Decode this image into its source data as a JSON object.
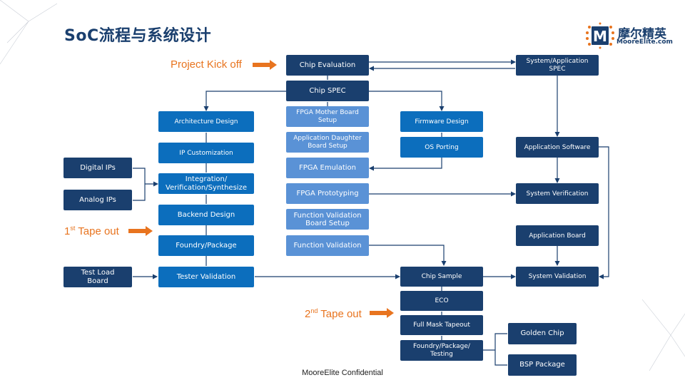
{
  "title": "SoC流程与系统设计",
  "logo": {
    "brand": "摩尔精英",
    "url": "MooreElite.com",
    "mark_letter": "M"
  },
  "footer": "MooreElite Confidential",
  "milestones": {
    "kickoff": "Project Kick off",
    "tapeout1": {
      "num": "1",
      "sup": "st",
      "rest": " Tape out"
    },
    "tapeout2": {
      "num": "2",
      "sup": "nd",
      "rest": " Tape out"
    }
  },
  "nodes": {
    "chip_eval": "Chip Evaluation",
    "sys_spec": "System/Application\nSPEC",
    "chip_spec": "Chip SPEC",
    "arch_design": "Architecture Design",
    "ip_custom": "IP Customization",
    "integration": "Integration/\nVerification/Synthesize",
    "backend": "Backend Design",
    "foundry_pkg": "Foundry/Package",
    "tester_val": "Tester Validation",
    "digital_ips": "Digital IPs",
    "analog_ips": "Analog IPs",
    "test_load": "Test Load\nBoard",
    "fpga_mb": "FPGA Mother Board\nSetup",
    "app_daughter": "Application Daughter\nBoard Setup",
    "fpga_emu": "FPGA Emulation",
    "fpga_proto": "FPGA Prototyping",
    "func_board": "Function Validation\nBoard Setup",
    "func_val": "Function Validation",
    "firmware": "Firmware Design",
    "os_port": "OS Porting",
    "chip_sample": "Chip Sample",
    "eco": "ECO",
    "full_mask": "Full Mask Tapeout",
    "foundry_test": "Foundry/Package/\nTesting",
    "golden": "Golden Chip",
    "bsp": "BSP Package",
    "app_sw": "Application Software",
    "sys_verif": "System Verification",
    "app_board": "Application Board",
    "sys_val": "System Validation"
  },
  "colors": {
    "dark_navy": "#1a3f6e",
    "blue": "#0c6ebd",
    "light_blue": "#5a92d6",
    "orange": "#e8741f"
  }
}
